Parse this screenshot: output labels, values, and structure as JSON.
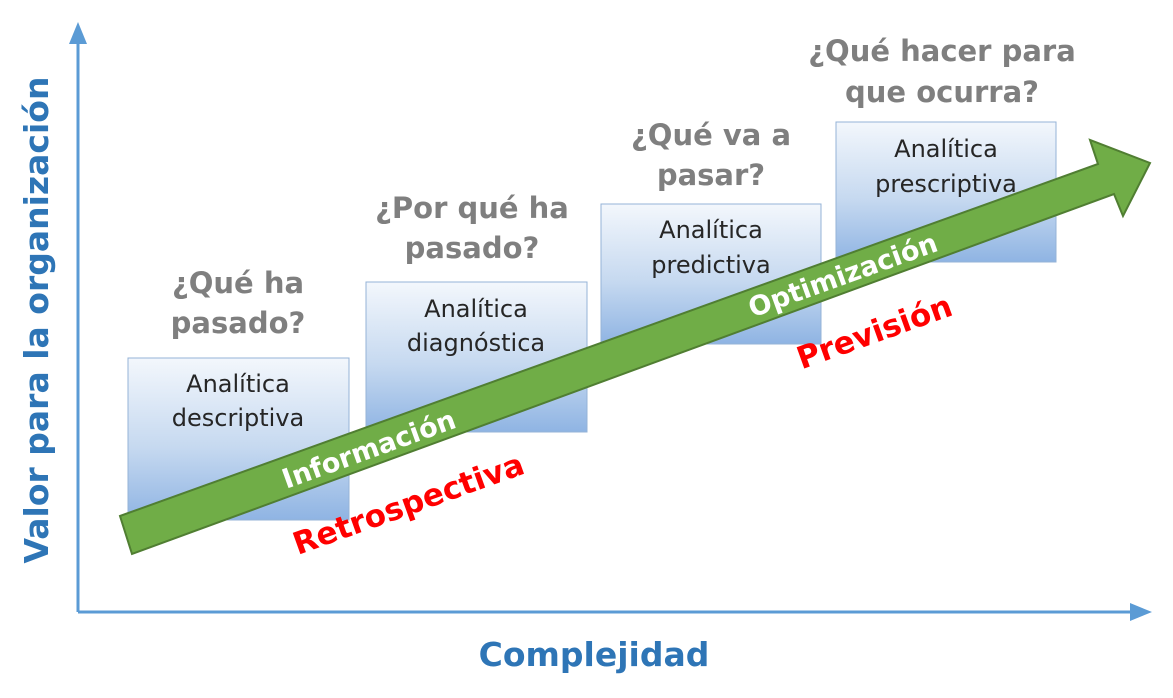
{
  "axes": {
    "y_label": "Valor para la organización",
    "x_label": "Complejidad"
  },
  "stages": [
    {
      "question_lines": [
        "¿Qué ha",
        "pasado?"
      ],
      "box_lines": [
        "Analítica",
        "descriptiva"
      ]
    },
    {
      "question_lines": [
        "¿Por qué ha",
        "pasado?"
      ],
      "box_lines": [
        "Analítica",
        "diagnóstica"
      ]
    },
    {
      "question_lines": [
        "¿Qué va a",
        "pasar?"
      ],
      "box_lines": [
        "Analítica",
        "predictiva"
      ]
    },
    {
      "question_lines": [
        "¿Qué hacer para",
        "que ocurra?"
      ],
      "box_lines": [
        "Analítica",
        "prescriptiva"
      ]
    }
  ],
  "arrow": {
    "labels": [
      "Información",
      "Optimización"
    ]
  },
  "phases": [
    "Retrospectiva",
    "Previsión"
  ],
  "colors": {
    "axis": "#5b9bd5",
    "axis_text": "#2e75b6",
    "arrow_fill": "#70ad47",
    "arrow_stroke": "#507e32",
    "question_text": "#7f7f7f",
    "phase_text": "#ff0000"
  }
}
